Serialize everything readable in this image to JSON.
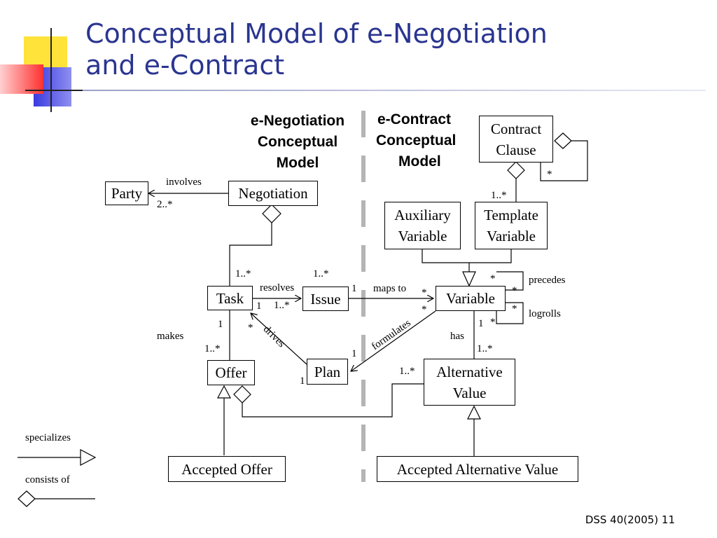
{
  "slide": {
    "title_line1": "Conceptual Model of e-Negotiation",
    "title_line2": "and e-Contract",
    "footer": "DSS 40(2005) 11"
  },
  "colors": {
    "title": "#2a3590",
    "deco_yellow": "#ffe23a",
    "deco_blue": "#2a2ad6",
    "deco_red": "#ff3b3b"
  },
  "headings": {
    "negotiation": [
      "e-Negotiation",
      "Conceptual",
      "Model"
    ],
    "contract": [
      "e-Contract",
      "Conceptual",
      "Model"
    ]
  },
  "classes": {
    "party": "Party",
    "negotiation": "Negotiation",
    "task": "Task",
    "issue": "Issue",
    "offer": "Offer",
    "plan": "Plan",
    "accepted_offer": "Accepted Offer",
    "contract_clause": [
      "Contract",
      "Clause"
    ],
    "auxiliary_variable": [
      "Auxiliary",
      "Variable"
    ],
    "template_variable": [
      "Template",
      "Variable"
    ],
    "variable": "Variable",
    "alternative_value": [
      "Alternative",
      "Value"
    ],
    "accepted_alternative_value": "Accepted Alternative Value"
  },
  "relations": {
    "involves": "involves",
    "resolves": "resolves",
    "makes": "makes",
    "drives": "drives",
    "maps_to": "maps to",
    "formulates": "formulates",
    "has": "has",
    "precedes": "precedes",
    "logrolls": "logrolls"
  },
  "multiplicities": {
    "party_involves": "2..*",
    "negotiation_task": "1..*",
    "issue_top": "1..*",
    "task_resolves_1": "1",
    "issue_resolves": "1..*",
    "task_makes_1": "1",
    "offer_makes": "1..*",
    "task_drives": "*",
    "issue_maps_1": "1",
    "variable_maps": "*",
    "variable_formulates": "*",
    "plan_formulates_top": "1",
    "plan_drives": "1",
    "variable_has": "1",
    "alt_has": "1..*",
    "alt_offer": "1..*",
    "clause_self": "*",
    "template_clause": "1..*",
    "precedes_a": "*",
    "precedes_b": "*",
    "logrolls_a": "*",
    "logrolls_b": "*"
  },
  "legend": {
    "specializes": "specializes",
    "consists_of": "consists of"
  }
}
